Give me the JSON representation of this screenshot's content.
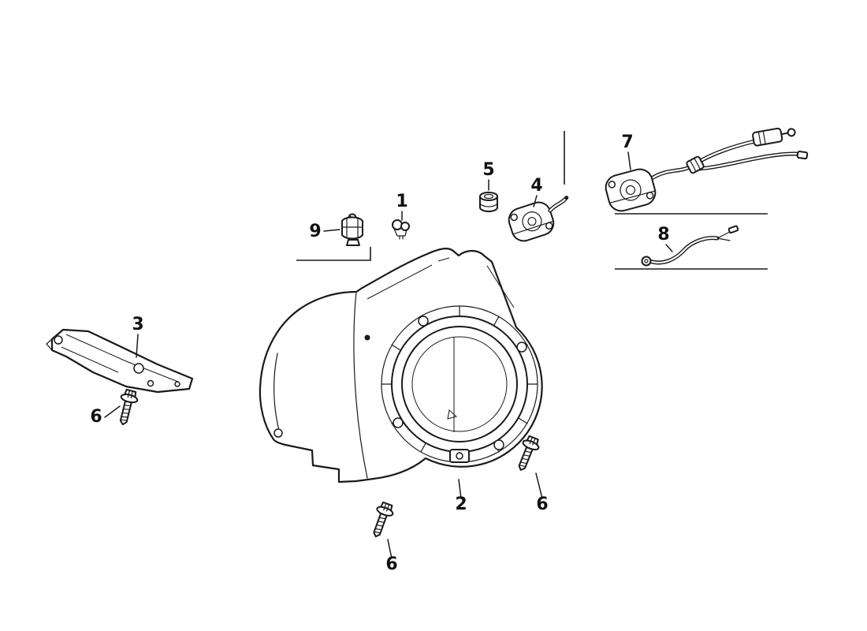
{
  "page": {
    "background_color": "#ffffff"
  },
  "diagram": {
    "kind": "exploded-parts-line-drawing",
    "subject": "engine-fan-cover-assembly",
    "line_color": "#1a1a1a",
    "label_color": "#111111",
    "callouts": [
      {
        "part": "1"
      },
      {
        "part": "2"
      },
      {
        "part": "3"
      },
      {
        "part": "4"
      },
      {
        "part": "5"
      },
      {
        "part": "6"
      },
      {
        "part": "6"
      },
      {
        "part": "6"
      },
      {
        "part": "7"
      },
      {
        "part": "8"
      },
      {
        "part": "9"
      }
    ]
  }
}
